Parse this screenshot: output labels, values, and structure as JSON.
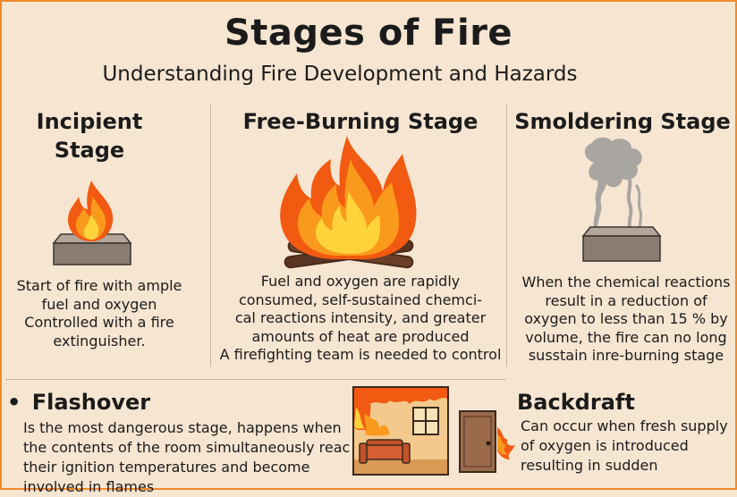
{
  "title": "Stages of Fire",
  "subtitle": "Understanding Fire Development and Hazards",
  "stages": [
    {
      "heading_line1": "Incipient",
      "heading_line2": "Stage",
      "lines": [
        "Start of fire with ample",
        "fuel and oxygen",
        "Controlled with a fire",
        "extinguisher."
      ]
    },
    {
      "heading": "Free-Burning Stage",
      "lines": [
        "Fuel and oxygen are rapidly",
        "consumed, self-sustained chemci-",
        "cal reactions intensity, and greater",
        "amounts of heat are produced",
        "A firefighting team is needed to control"
      ]
    },
    {
      "heading": "Smoldering Stage",
      "lines": [
        "When the chemical reactions",
        "result in a reduction of",
        "oxygen to less than 15 % by",
        "volume, the fire can no long",
        "susstain inre-burning stage"
      ]
    }
  ],
  "flashover": {
    "bullet": "•",
    "heading": "Flashover",
    "lines": [
      "Is the most dangerous stage, happens when",
      "the contents of the room simultaneously reac",
      "their ignition temperatures and become",
      "involved in flames"
    ]
  },
  "backdraft": {
    "heading": "Backdraft",
    "lines": [
      "Can occur when fresh supply",
      "of oxygen is introduced",
      "resulting in sudden"
    ]
  },
  "colors": {
    "background": "#f6e5d1",
    "border": "#f08a2c",
    "flame_outer": "#f25a12",
    "flame_mid": "#fa9a1c",
    "flame_inner": "#ffd43b",
    "block": "#8a7c70",
    "smoke": "#a9a5a1",
    "door": "#9a6a4b"
  }
}
